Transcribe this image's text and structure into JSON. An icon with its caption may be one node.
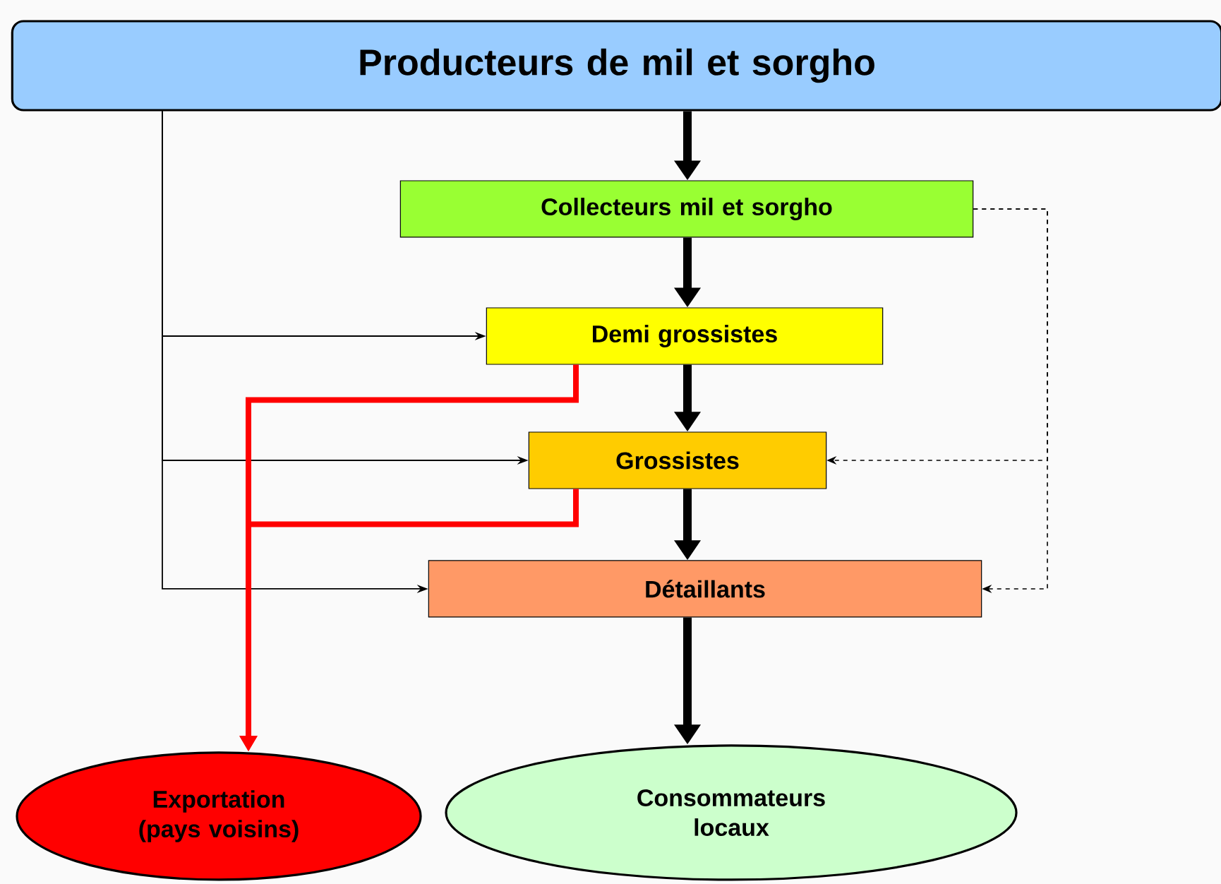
{
  "diagram": {
    "nodes": [
      {
        "text": [
          "Producteurs de mil et sorgho"
        ]
      },
      {
        "text": [
          "Collecteurs mil et sorgho"
        ]
      },
      {
        "text": [
          "Demi grossistes"
        ]
      },
      {
        "text": [
          "Grossistes"
        ]
      },
      {
        "text": [
          "Détaillants"
        ]
      },
      {
        "text": [
          "Exportation (pays voisins)"
        ]
      },
      {
        "text": [
          "Consommateurs locaux"
        ]
      }
    ],
    "edges": [
      {
        "from": 0,
        "to": 1,
        "arrow": "to"
      },
      {
        "from": 1,
        "to": 2,
        "arrow": "to"
      },
      {
        "from": 2,
        "to": 3,
        "arrow": "to"
      },
      {
        "from": 3,
        "to": 4,
        "arrow": "to"
      },
      {
        "from": 4,
        "to": 6,
        "arrow": "to"
      },
      {
        "from": 0,
        "to": 2,
        "arrow": "to"
      },
      {
        "from": 0,
        "to": 3,
        "arrow": "to"
      },
      {
        "from": 0,
        "to": 4,
        "arrow": "to"
      },
      {
        "from": 1,
        "to": 3,
        "arrow": "to",
        "style": "dashed"
      },
      {
        "from": 1,
        "to": 4,
        "arrow": "to",
        "style": "dashed"
      },
      {
        "from": 2,
        "to": 5,
        "arrow": "to",
        "color": "#ff0000"
      },
      {
        "from": 3,
        "to": 5,
        "arrow": "to",
        "color": "#ff0000"
      }
    ]
  }
}
